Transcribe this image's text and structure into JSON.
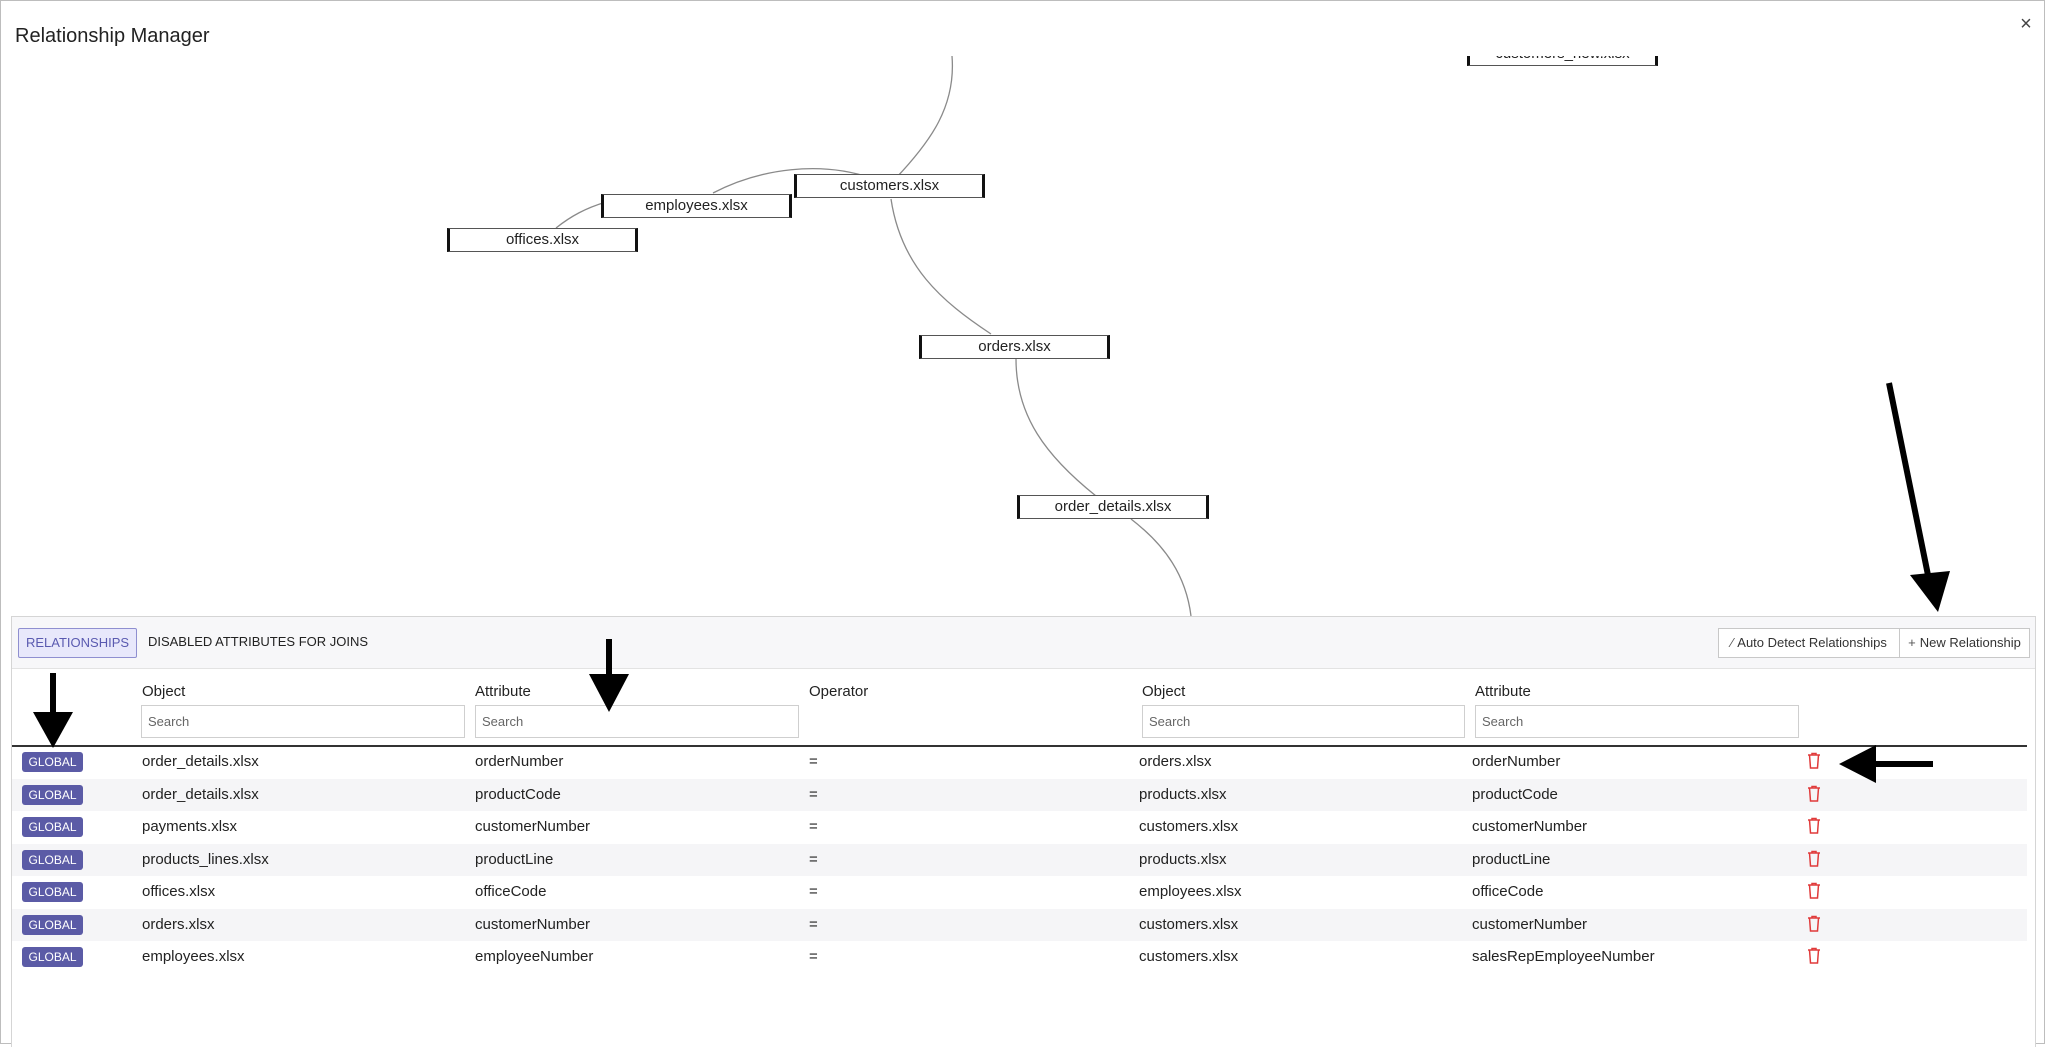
{
  "window": {
    "title": "Relationship Manager",
    "close_icon": "×"
  },
  "graph": {
    "nodes": {
      "customers_new": "customers_new.xlsx",
      "customers": "customers.xlsx",
      "employees": "employees.xlsx",
      "offices": "offices.xlsx",
      "orders": "orders.xlsx",
      "order_details": "order_details.xlsx"
    }
  },
  "panel": {
    "tabs": {
      "relationships": "RELATIONSHIPS",
      "disabled": "DISABLED ATTRIBUTES FOR JOINS"
    },
    "buttons": {
      "auto_detect": "Auto Detect Relationships",
      "new_relationship": "New Relationship"
    },
    "columns": {
      "object1": "Object",
      "attribute1": "Attribute",
      "operator": "Operator",
      "object2": "Object",
      "attribute2": "Attribute"
    },
    "search_placeholder": "Search",
    "badge": "GLOBAL",
    "rows": [
      {
        "obj1": "order_details.xlsx",
        "attr1": "orderNumber",
        "op": "=",
        "obj2": "orders.xlsx",
        "attr2": "orderNumber"
      },
      {
        "obj1": "order_details.xlsx",
        "attr1": "productCode",
        "op": "=",
        "obj2": "products.xlsx",
        "attr2": "productCode"
      },
      {
        "obj1": "payments.xlsx",
        "attr1": "customerNumber",
        "op": "=",
        "obj2": "customers.xlsx",
        "attr2": "customerNumber"
      },
      {
        "obj1": "products_lines.xlsx",
        "attr1": "productLine",
        "op": "=",
        "obj2": "products.xlsx",
        "attr2": "productLine"
      },
      {
        "obj1": "offices.xlsx",
        "attr1": "officeCode",
        "op": "=",
        "obj2": "employees.xlsx",
        "attr2": "officeCode"
      },
      {
        "obj1": "orders.xlsx",
        "attr1": "customerNumber",
        "op": "=",
        "obj2": "customers.xlsx",
        "attr2": "customerNumber"
      },
      {
        "obj1": "employees.xlsx",
        "attr1": "employeeNumber",
        "op": "=",
        "obj2": "customers.xlsx",
        "attr2": "salesRepEmployeeNumber"
      }
    ]
  },
  "colors": {
    "accent": "#5b5ba6",
    "delete": "#e03a3a"
  }
}
